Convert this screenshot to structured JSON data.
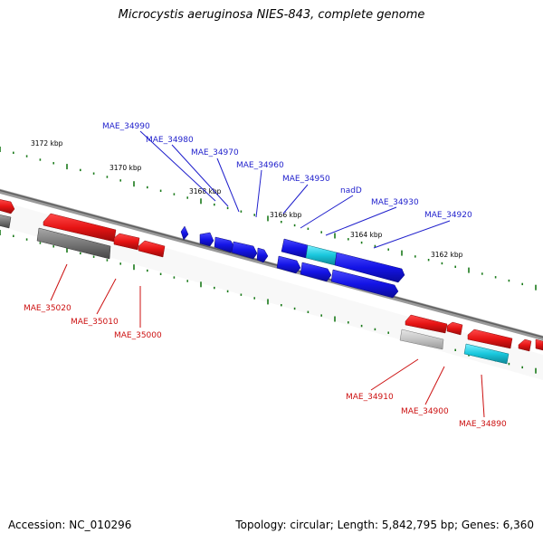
{
  "title": "Microcystis aeruginosa NIES-843, complete genome",
  "footer": {
    "accession": "Accession: NC_010296",
    "summary": "Topology: circular; Length: 5,842,795 bp; Genes: 6,360"
  },
  "scale_labels": [
    "3172 kbp",
    "3170 kbp",
    "3168 kbp",
    "3166 kbp",
    "3164 kbp",
    "3162 kbp"
  ],
  "genes_top": [
    "MAE_34990",
    "MAE_34980",
    "MAE_34970",
    "MAE_34960",
    "MAE_34950",
    "nadD",
    "MAE_34930",
    "MAE_34920"
  ],
  "genes_bottom": [
    "MAE_35020",
    "MAE_35010",
    "MAE_35000",
    "MAE_34910",
    "MAE_34900",
    "MAE_34890"
  ],
  "colors": {
    "forward_gene": "#1414e6",
    "reverse_gene": "#e61414",
    "pseudogene": "#7a7a7a",
    "rna_gene": "#19c7dc",
    "tick": "#1a7a1a",
    "backbone": "#888888"
  }
}
